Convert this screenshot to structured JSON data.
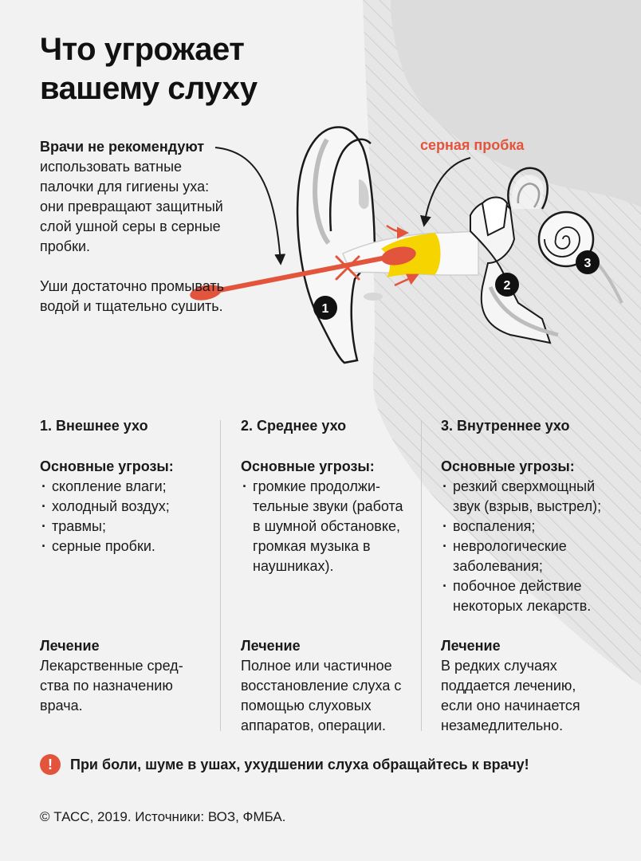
{
  "title": "Что угрожает вашему слуху",
  "intro": {
    "bold": "Врачи не рекомендуют",
    "text": " использовать ватные палочки для гигиены уха: они превращают защитный слой ушной серы в серные пробки.",
    "note": "Уши достаточно промывать водой и тщательно сушить."
  },
  "diagram": {
    "wax_label": "серная пробка",
    "markers": [
      "1",
      "2",
      "3"
    ]
  },
  "columns": [
    {
      "heading": "1. Внешнее ухо",
      "threats_title": "Основные угрозы:",
      "threats": [
        "скопление влаги;",
        "холодный воздух;",
        "травмы;",
        "серные пробки."
      ],
      "treatment_title": "Лечение",
      "treatment": "Лекарственные сред-ства по назначению врача."
    },
    {
      "heading": "2. Среднее ухо",
      "threats_title": "Основные угрозы:",
      "threats": [
        "громкие продолжи-тельные звуки (работа в шумной обстановке, громкая музыка в наушниках)."
      ],
      "treatment_title": "Лечение",
      "treatment": "Полное или частичное восстановление слуха с помощью слуховых аппаратов, операции."
    },
    {
      "heading": "3. Внутреннее ухо",
      "threats_title": "Основные угрозы:",
      "threats": [
        "резкий сверхмощный звук (взрыв, выстрел);",
        "воспаления;",
        "неврологические заболевания;",
        "побочное действие некоторых лекарств."
      ],
      "treatment_title": "Лечение",
      "treatment": "В редких случаях поддается лечению, если оно начинается незамедлительно."
    }
  ],
  "warning": {
    "icon": "exclamation-icon",
    "text": "При боли, шуме в ушах, ухудшении слуха обращайтесь к врачу!"
  },
  "source": "© ТАСС, 2019. Источники: ВОЗ, ФМБА.",
  "colors": {
    "accent": "#e2553c",
    "wax": "#f5d400",
    "background": "#f2f2f2",
    "head": "#e2e2e2"
  }
}
